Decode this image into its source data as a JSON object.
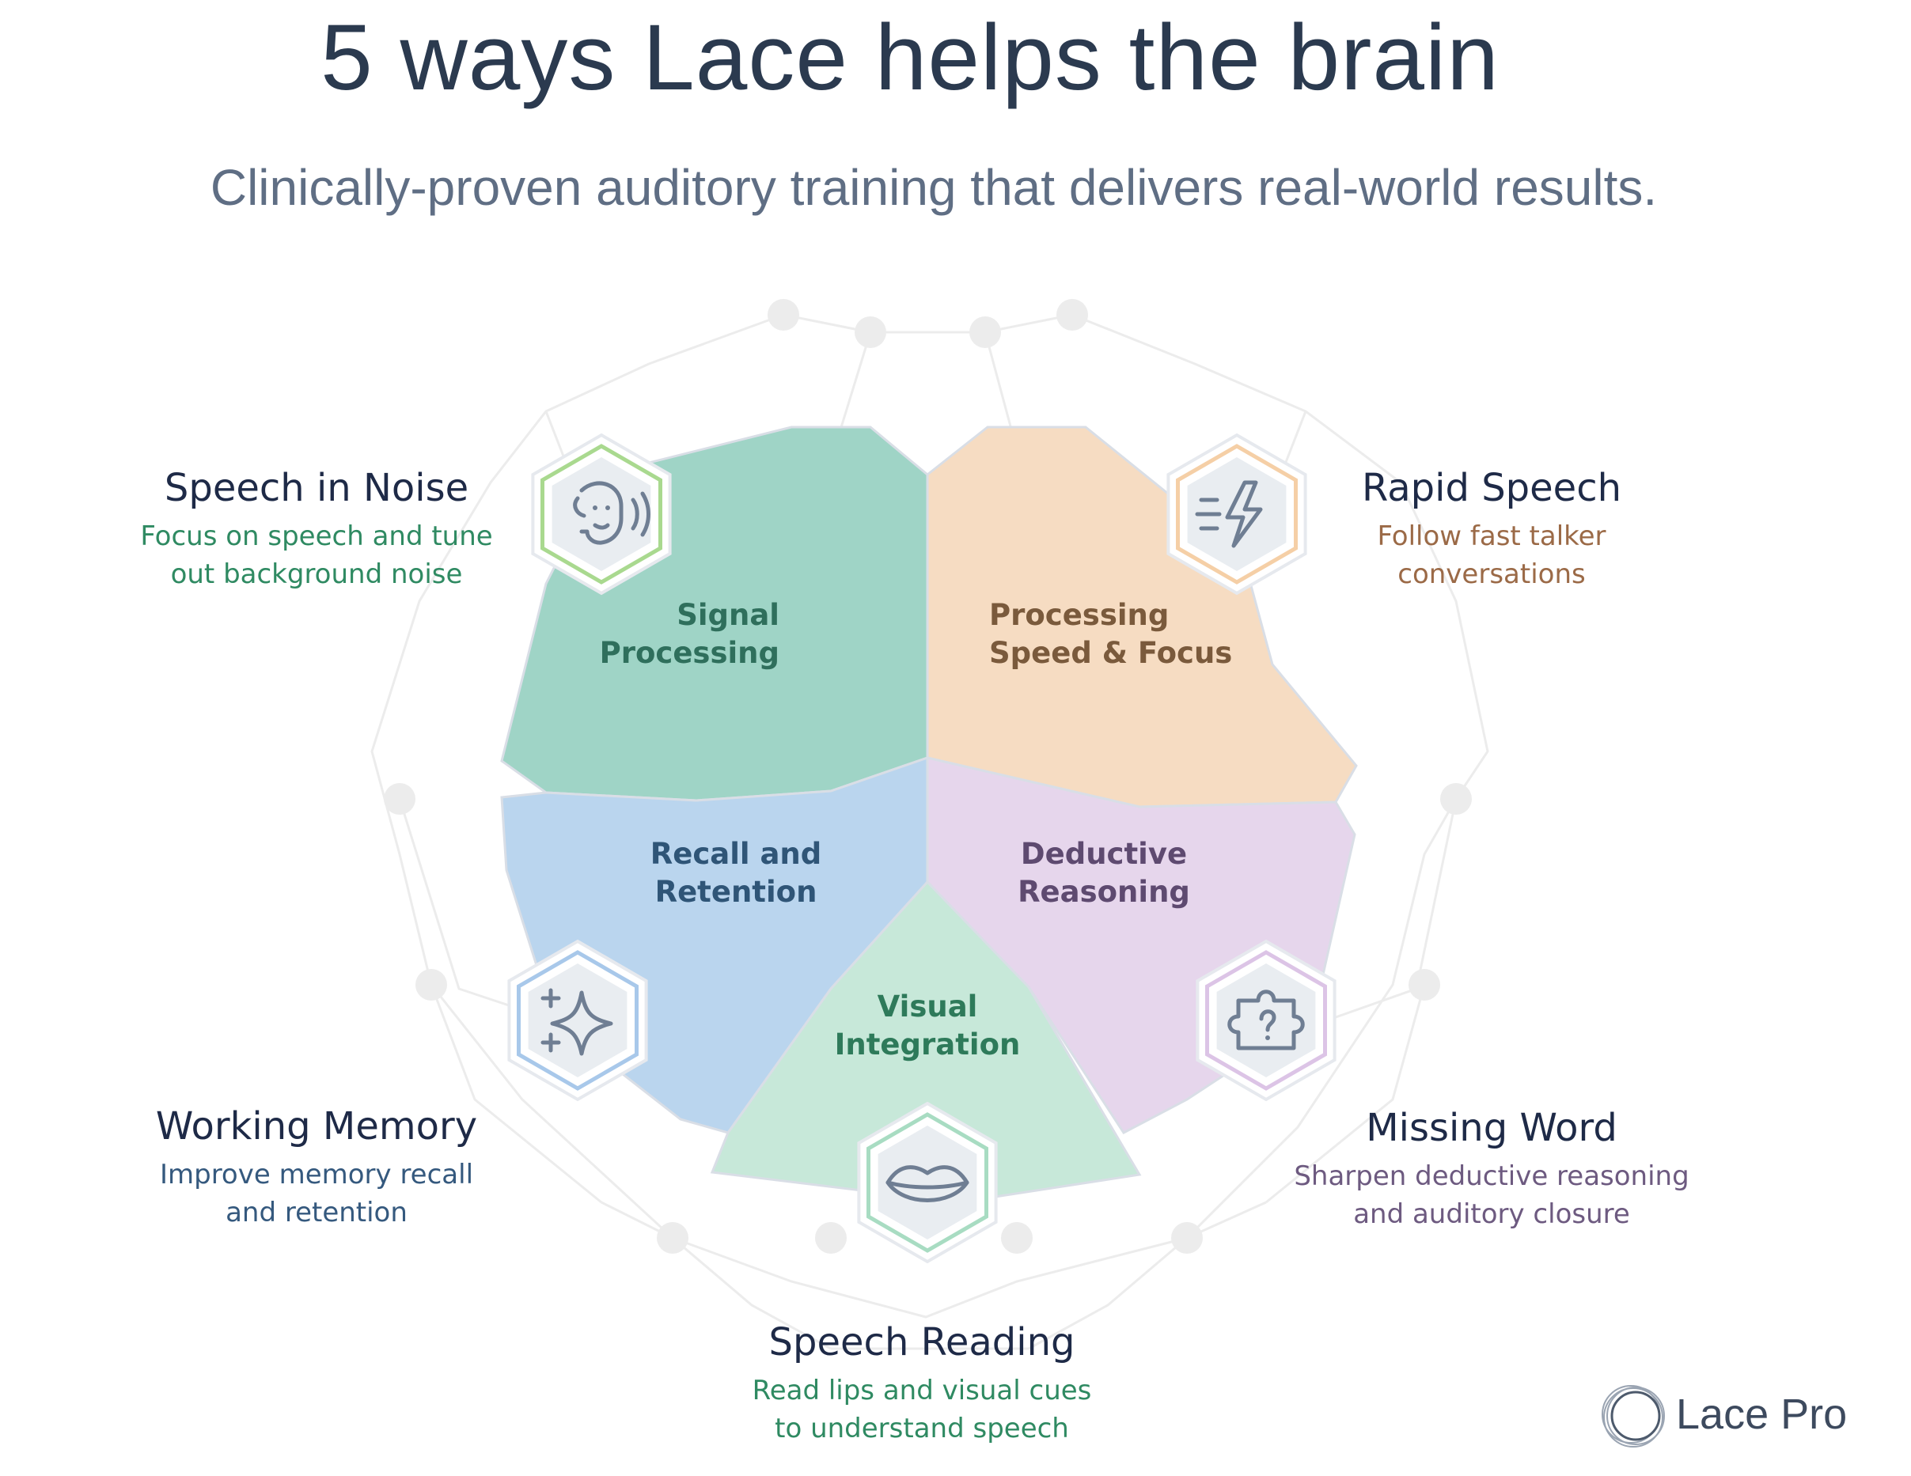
{
  "title": "5 ways Lace helps the brain",
  "subtitle": "Clinically-proven auditory training that delivers real-world results.",
  "regions": [
    {
      "id": "signal",
      "lines": [
        "Signal",
        "Processing"
      ],
      "color": "#9fd4c6",
      "text_color": "#2f6f5c"
    },
    {
      "id": "speed",
      "lines": [
        "Processing",
        "Speed & Focus"
      ],
      "color": "#f6dcc2",
      "text_color": "#7a5a3c"
    },
    {
      "id": "recall",
      "lines": [
        "Recall and",
        "Retention"
      ],
      "color": "#bad5ee",
      "text_color": "#2f5577"
    },
    {
      "id": "deductive",
      "lines": [
        "Deductive",
        "Reasoning"
      ],
      "color": "#e6d6ec",
      "text_color": "#5e4a70"
    },
    {
      "id": "visual",
      "lines": [
        "Visual",
        "Integration"
      ],
      "color": "#c7e8d9",
      "text_color": "#2e7a5a"
    }
  ],
  "skills": [
    {
      "id": "speech-in-noise",
      "name": "Speech in Noise",
      "desc_lines": [
        "Focus on speech and tune",
        "out background noise"
      ],
      "icon": "face-listening-icon",
      "accent": "#a9d98f",
      "desc_color": "#2f8a62"
    },
    {
      "id": "rapid-speech",
      "name": "Rapid Speech",
      "desc_lines": [
        "Follow fast talker",
        "conversations"
      ],
      "icon": "lightning-icon",
      "accent": "#f5cfa6",
      "desc_color": "#9b6a47"
    },
    {
      "id": "working-memory",
      "name": "Working Memory",
      "desc_lines": [
        "Improve memory recall",
        "and retention"
      ],
      "icon": "sparkle-icon",
      "accent": "#a8c8ea",
      "desc_color": "#35597e"
    },
    {
      "id": "missing-word",
      "name": "Missing Word",
      "desc_lines": [
        "Sharpen deductive reasoning",
        "and auditory closure"
      ],
      "icon": "puzzle-icon",
      "accent": "#dcc4e6",
      "desc_color": "#6d5a80"
    },
    {
      "id": "speech-reading",
      "name": "Speech Reading",
      "desc_lines": [
        "Read lips and visual cues",
        "to understand speech"
      ],
      "icon": "lips-icon",
      "accent": "#a8dcc2",
      "desc_color": "#2f8a62"
    }
  ],
  "logo": {
    "text": "Lace Pro",
    "icon": "circle-swirl-icon"
  }
}
